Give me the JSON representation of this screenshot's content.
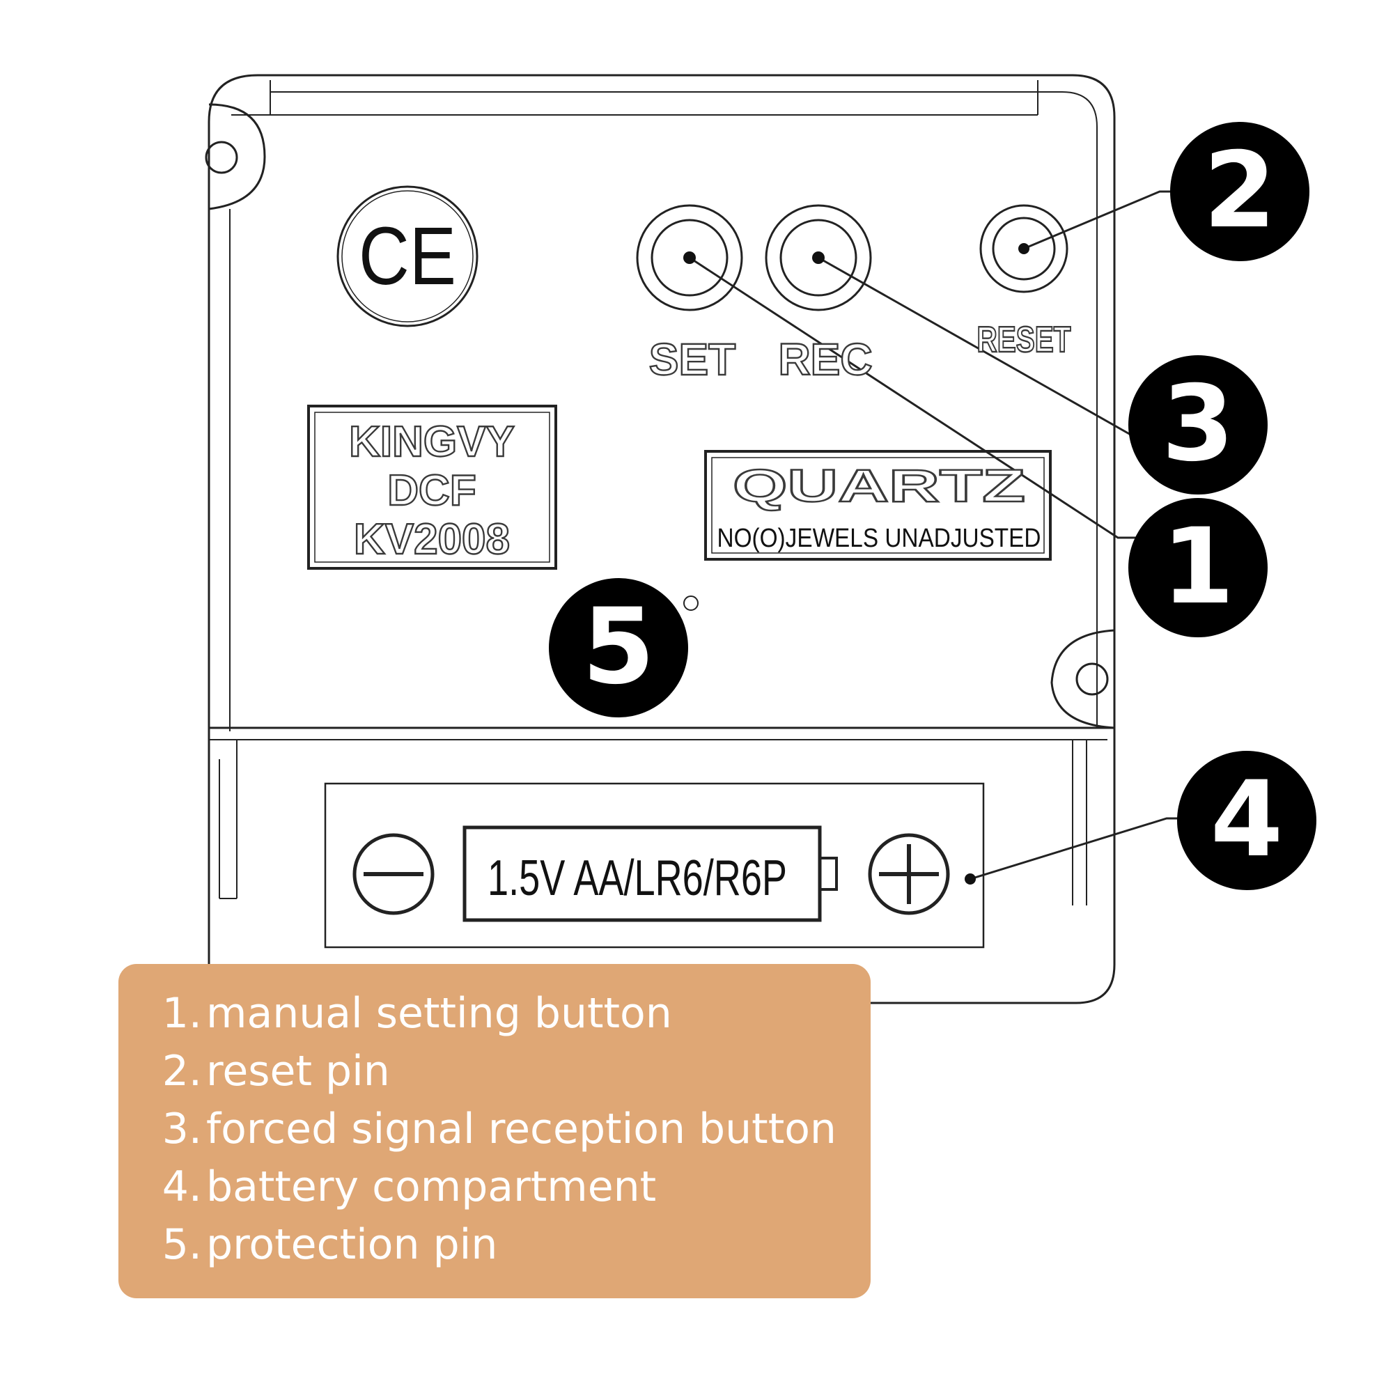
{
  "device": {
    "buttons": {
      "set_label": "SET",
      "rec_label": "REC",
      "reset_label": "RESET"
    },
    "ce_mark": "CE",
    "model_plate": [
      "KINGVY",
      "DCF",
      "KV2008"
    ],
    "quartz_plate": {
      "title": "QUARTZ",
      "subtitle": "NO(O)JEWELS UNADJUSTED"
    },
    "battery": {
      "label": "1.5V AA/LR6/R6P",
      "minus_icon": "minus-circle-icon",
      "plus_icon": "plus-circle-icon"
    }
  },
  "callouts": [
    "1",
    "2",
    "3",
    "4",
    "5"
  ],
  "legend": {
    "items": [
      {
        "num": "1.",
        "text": "manual setting button"
      },
      {
        "num": "2.",
        "text": "reset pin"
      },
      {
        "num": "3.",
        "text": "forced signal reception button"
      },
      {
        "num": "4.",
        "text": "battery compartment"
      },
      {
        "num": "5.",
        "text": "protection pin"
      }
    ]
  },
  "colors": {
    "legend_bg": "#dfa775",
    "legend_text": "#ffffff",
    "callout_bg": "#000000",
    "line": "#222222"
  }
}
